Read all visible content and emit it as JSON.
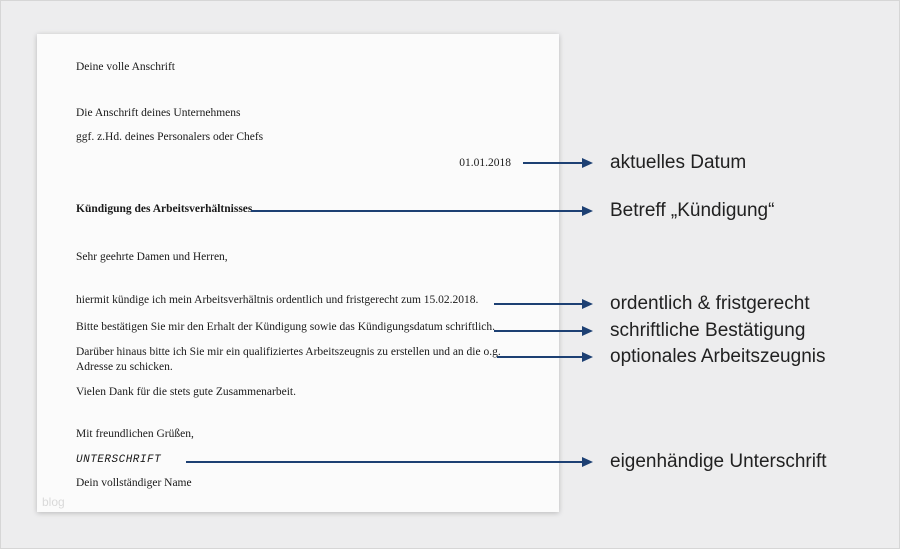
{
  "letter": {
    "sender_address": "Deine volle Anschrift",
    "company_address": "Die Anschrift deines Unternehmens",
    "attention_line": "ggf. z.Hd. deines Personalers oder Chefs",
    "date": "01.01.2018",
    "subject": "Kündigung des Arbeitsverhältnisses",
    "salutation": "Sehr geehrte Damen und Herren,",
    "body": {
      "p1": "hiermit kündige ich mein Arbeitsverhältnis ordentlich und fristgerecht zum 15.02.2018.",
      "p2": "Bitte bestätigen Sie mir den Erhalt der Kündigung sowie das Kündigungsdatum schriftlich.",
      "p3_line1": "Darüber hinaus bitte ich Sie mir ein qualifiziertes Arbeitszeugnis zu erstellen und an die o.g.",
      "p3_line2": "Adresse zu schicken.",
      "p4": "Vielen Dank für die stets gute Zusammenarbeit."
    },
    "closing": "Mit freundlichen Grüßen,",
    "signature_placeholder": "UNTERSCHRIFT",
    "name_placeholder": "Dein vollständiger Name",
    "watermark": "blog"
  },
  "annotations": [
    {
      "label": "aktuelles Datum"
    },
    {
      "label": "Betreff „Kündigung“"
    },
    {
      "label": "ordentlich & fristgerecht"
    },
    {
      "label": "schriftliche Bestätigung"
    },
    {
      "label": "optionales Arbeitszeugnis"
    },
    {
      "label": "eigenhändige Unterschrift"
    }
  ],
  "colors": {
    "arrow": "#1d4073",
    "canvas_background": "#ededee",
    "page_background": "#fbfbfb"
  }
}
